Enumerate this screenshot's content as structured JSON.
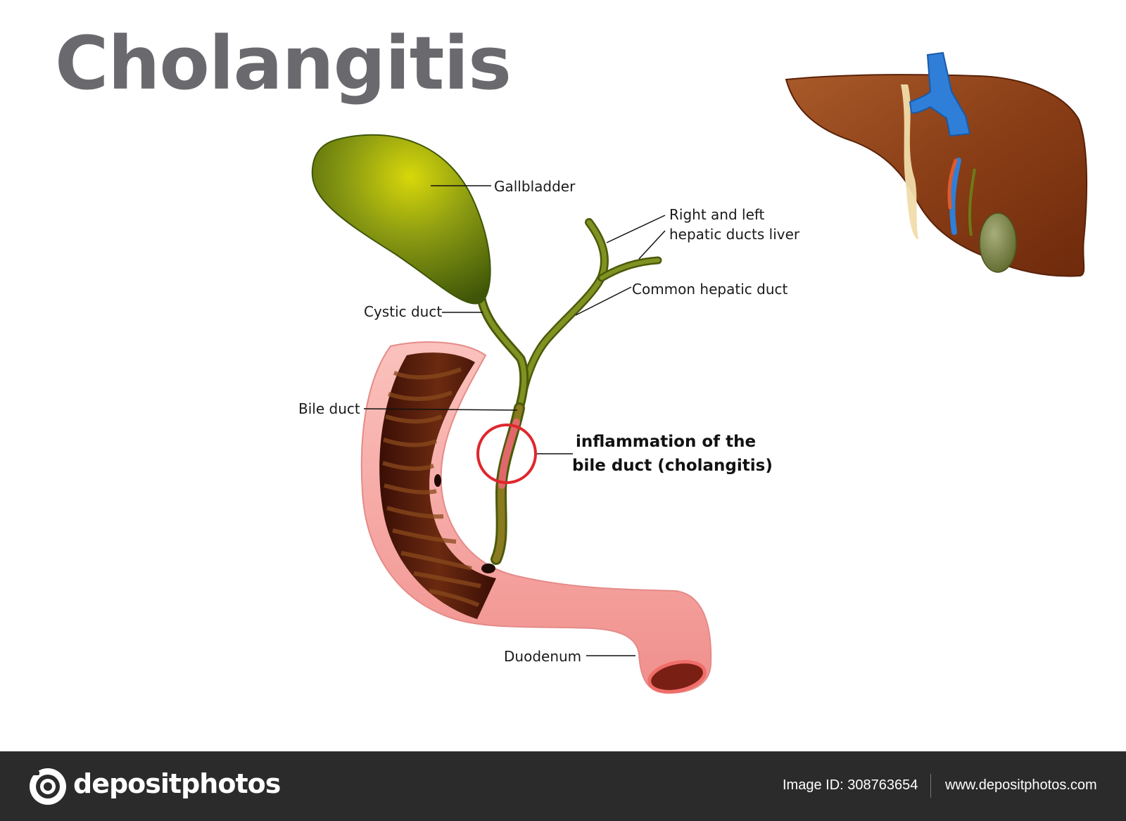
{
  "title": "Cholangitis",
  "labels": {
    "gallbladder": "Gallbladder",
    "hepatic_ducts_line1": "Right and left",
    "hepatic_ducts_line2": "hepatic ducts liver",
    "common_hepatic_duct": "Common hepatic duct",
    "cystic_duct": "Cystic duct",
    "bile_duct": "Bile duct",
    "inflammation_line1": "inflammation of the",
    "inflammation_line2": "bile duct (cholangitis)",
    "duodenum": "Duodenum"
  },
  "footer": {
    "brand": "depositphotos",
    "image_id": "Image ID: 308763654",
    "website": "www.depositphotos.com"
  },
  "colors": {
    "title": "#6a6a6e",
    "gallbladder": "#5c7a10",
    "duct": "#6b7d16",
    "duodenum": "#f7a7a4",
    "liver": "#8b3c14",
    "vessel_blue": "#2f7fd8",
    "inflammation_circle": "#e0262c",
    "footer_bg": "#2b2b2b"
  }
}
